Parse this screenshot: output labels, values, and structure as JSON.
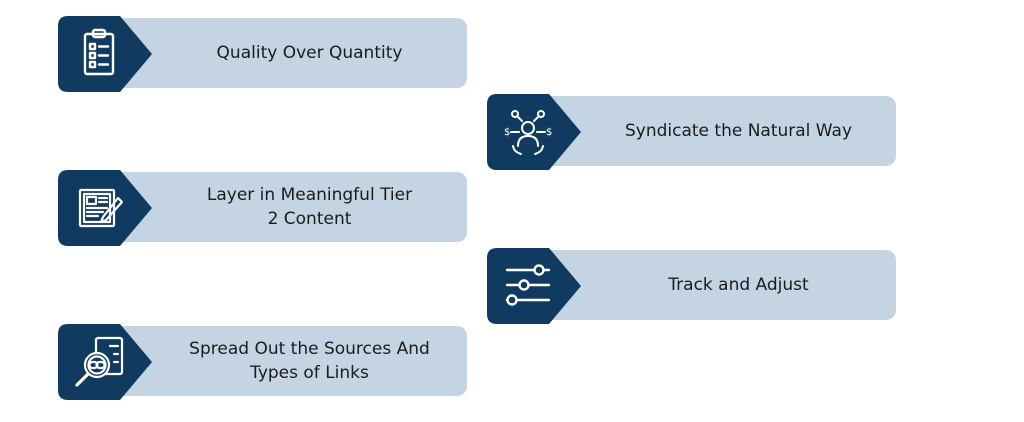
{
  "colors": {
    "navy": "#113a60",
    "pill": "#c5d4e2",
    "text": "#1b1b1b"
  },
  "steps": [
    {
      "lines": [
        "Quality Over Quantity"
      ],
      "icon": "clipboard-checklist-icon"
    },
    {
      "lines": [
        "Syndicate the Natural Way"
      ],
      "icon": "person-network-gear-icon"
    },
    {
      "lines": [
        "Layer in Meaningful Tier",
        "2 Content"
      ],
      "icon": "document-pencil-icon"
    },
    {
      "lines": [
        "Track and Adjust"
      ],
      "icon": "sliders-icon"
    },
    {
      "lines": [
        "Spread Out the Sources And",
        "Types of Links"
      ],
      "icon": "link-magnifier-icon"
    }
  ]
}
